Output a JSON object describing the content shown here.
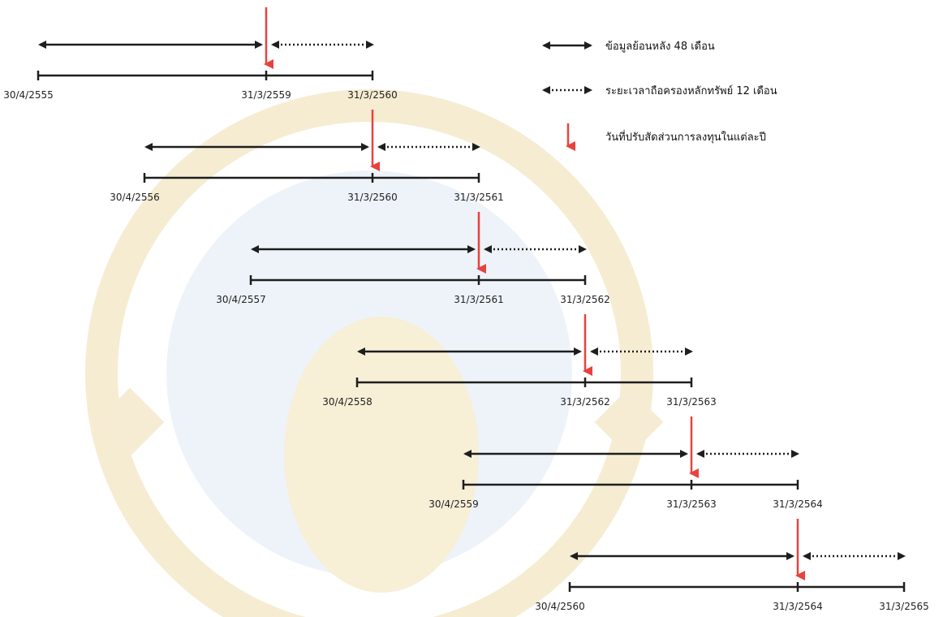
{
  "legend": {
    "lookback_label": "ข้อมูลย้อนหลัง 48 เดือน",
    "holding_label": "ระยะเวลาถือครองหลักทรัพย์ 12 เดือน",
    "rebalance_label": "วันที่ปรับสัดส่วนการลงทุนในแต่ละปี"
  },
  "colors": {
    "line": "#1e1e1e",
    "rebalance_arrow": "#e8423f",
    "watermark": "#f3e6c2"
  },
  "rows": [
    {
      "start": "30/4/2555",
      "rebalance": "31/3/2559",
      "end": "31/3/2560"
    },
    {
      "start": "30/4/2556",
      "rebalance": "31/3/2560",
      "end": "31/3/2561"
    },
    {
      "start": "30/4/2557",
      "rebalance": "31/3/2561",
      "end": "31/3/2562"
    },
    {
      "start": "30/4/2558",
      "rebalance": "31/3/2562",
      "end": "31/3/2563"
    },
    {
      "start": "30/4/2559",
      "rebalance": "31/3/2563",
      "end": "31/3/2564"
    },
    {
      "start": "30/4/2560",
      "rebalance": "31/3/2564",
      "end": "31/3/2565"
    }
  ]
}
